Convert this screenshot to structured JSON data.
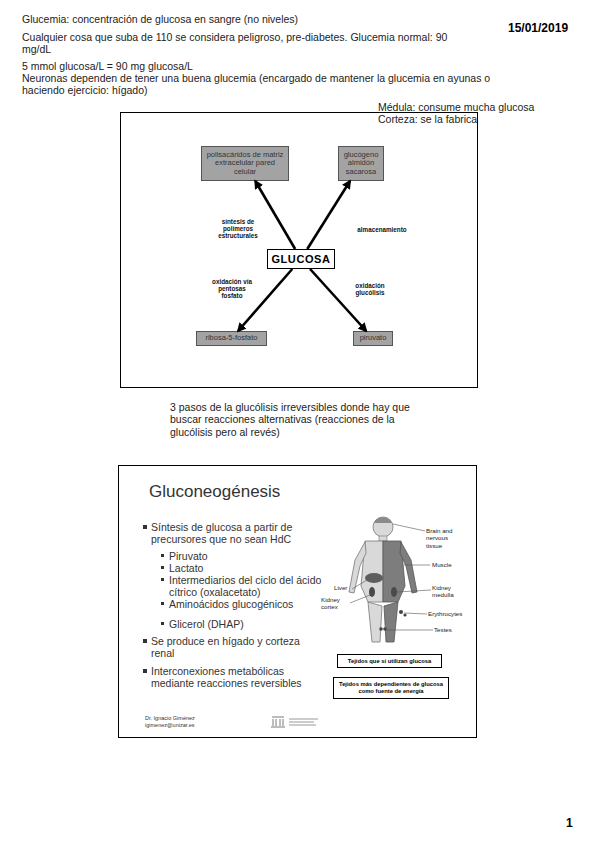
{
  "diagram": {
    "nodes": [
      {
        "text": []
      },
      {
        "text": [
          "polisacáridos de matriz extracelular pared celular"
        ],
        "in": 0
      },
      {
        "text": [
          "glucógeno almidón sacarosa"
        ],
        "in": 0
      },
      {
        "text": [
          "GLUCOSA"
        ],
        "in": 0
      },
      {
        "text": [
          "ribosa-5-fosfato"
        ],
        "in": 0
      },
      {
        "text": [
          "piruvato"
        ],
        "in": 0
      },
      {
        "text": [
          "Gluconeogénesis",
          "Síntesis de glucosa a partir de precursores que no sean HdC",
          "Piruvato",
          "Lactato",
          "Intermediarios del ciclo del ácido cítrico (oxalacetato)",
          "Aminoácidos glucogénicos",
          "Glicerol (DHAP)",
          "Se produce en hígado y corteza renal",
          "Interconexiones metabólicas mediante reacciones reversibles",
          "Dr. Ignacio Giménez",
          "igimenez@unizar.es"
        ]
      },
      {
        "text": [
          "Tejidos que sí utilizan glucosa"
        ],
        "in": 6
      },
      {
        "text": [
          "Tejidos más dependientes de glucosa como fuente de energía"
        ],
        "in": 6
      }
    ],
    "edges": [
      {
        "from": 3,
        "to": 1,
        "arrow": "to",
        "label": "síntesis de polímeros estructurales"
      },
      {
        "from": 3,
        "to": 2,
        "arrow": "to",
        "label": "almacenamiento"
      },
      {
        "from": 3,
        "to": 4,
        "arrow": "to",
        "label": "oxidación vía pentosas fosfato"
      },
      {
        "from": 3,
        "to": 5,
        "arrow": "to",
        "label": "oxidación glucólisis"
      }
    ],
    "labels": [
      "Glucemia: concentración de glucosa en sangre (no niveles)",
      "15/01/2019",
      "Cualquier cosa que suba de 110 se considera peligroso, pre-diabetes. Glucemia normal: 90 mg/dL",
      "5 mmol glucosa/L = 90 mg glucosa/L",
      "Neuronas dependen de tener una buena glucemia (encargado de mantener la glucemia en ayunas o haciendo ejercicio: hígado)",
      "Médula: consume mucha glucosa",
      "Corteza: se la fabrica",
      "3 pasos de la glucólisis irreversibles donde hay que buscar reacciones alternativas (reacciones de la glucólisis pero al revés)",
      "Brain and nervous tissue",
      "Muscle",
      "Liver",
      "Kidney medulla",
      "Kidney cortex",
      "Erythrocytes",
      "Testes",
      "1"
    ]
  }
}
